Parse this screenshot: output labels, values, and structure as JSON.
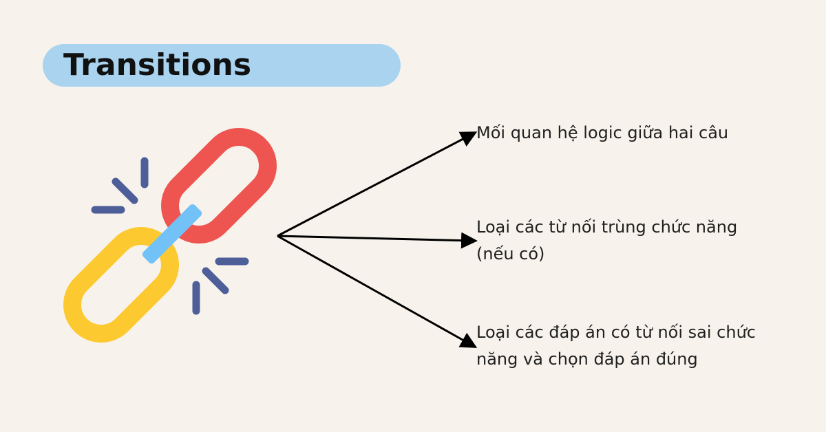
{
  "title": "Transitions",
  "colors": {
    "background": "#f7f3ec",
    "pill": "#a9d3ee",
    "link_red": "#ee5550",
    "link_yellow": "#fdc931",
    "connector": "#72c2f8",
    "sparks": "#4e5e99"
  },
  "items": [
    {
      "label": "Mối quan hệ logic giữa hai câu"
    },
    {
      "label": "Loại các từ nối trùng chức năng (nếu có)"
    },
    {
      "label": "Loại các đáp án có từ nối sai chức năng và chọn đáp án đúng"
    }
  ]
}
